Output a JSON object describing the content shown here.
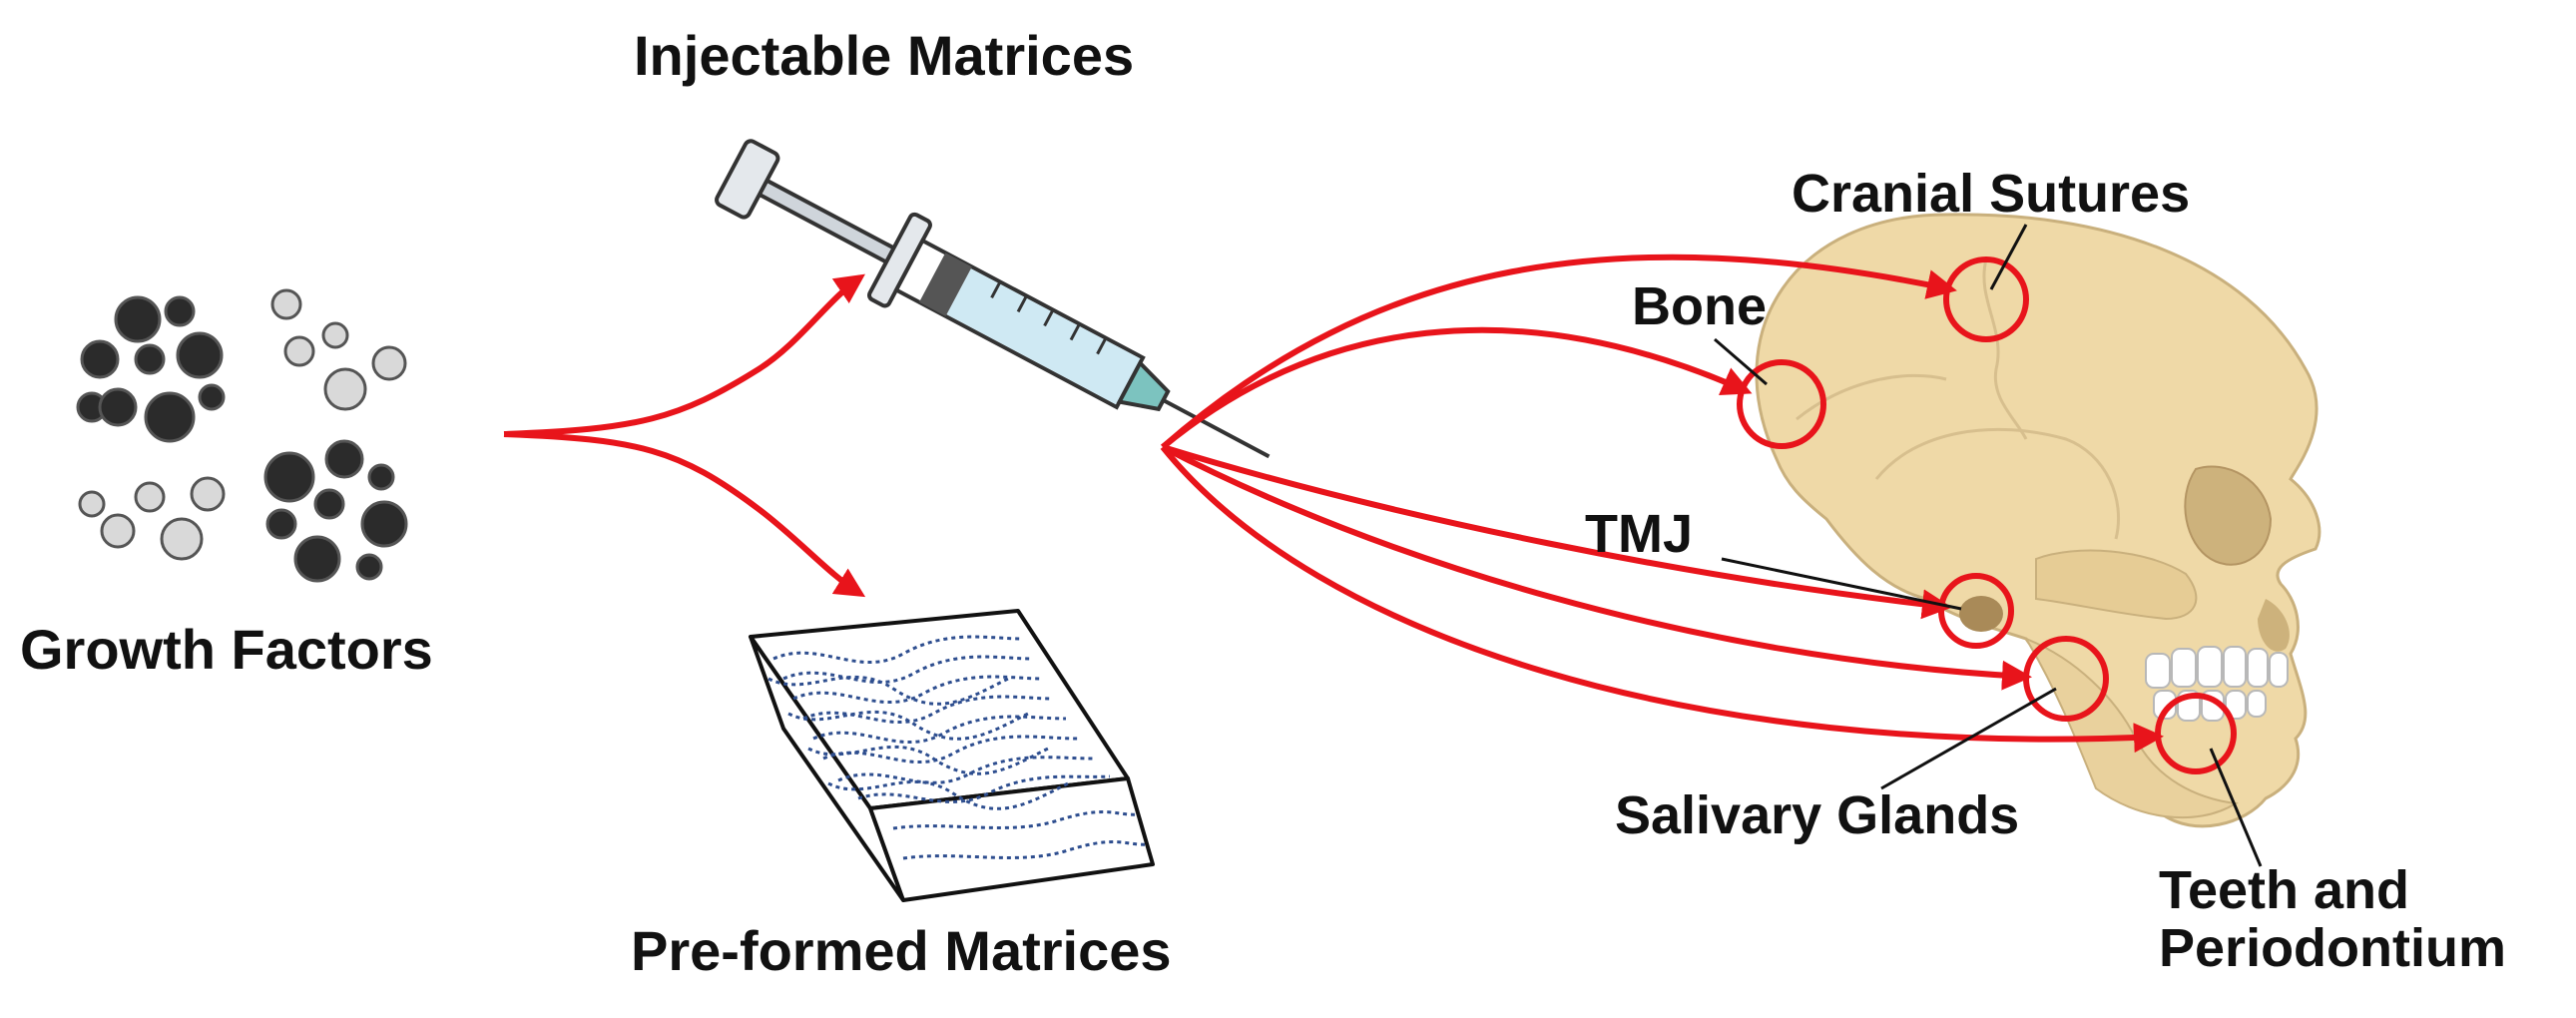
{
  "labels": {
    "growth_factors": "Growth Factors",
    "injectable": "Injectable Matrices",
    "preformed": "Pre-formed Matrices",
    "cranial_sutures": "Cranial Sutures",
    "bone": "Bone",
    "tmj": "TMJ",
    "salivary_glands": "Salivary Glands",
    "teeth_line1": "Teeth and",
    "teeth_line2": "Periodontium"
  },
  "colors": {
    "arrow": "#e8141b",
    "dark_particle": "#2b2b2b",
    "light_particle": "#d9d9d9",
    "skull": "#efd9a7",
    "fiber": "#2e4e8f"
  }
}
